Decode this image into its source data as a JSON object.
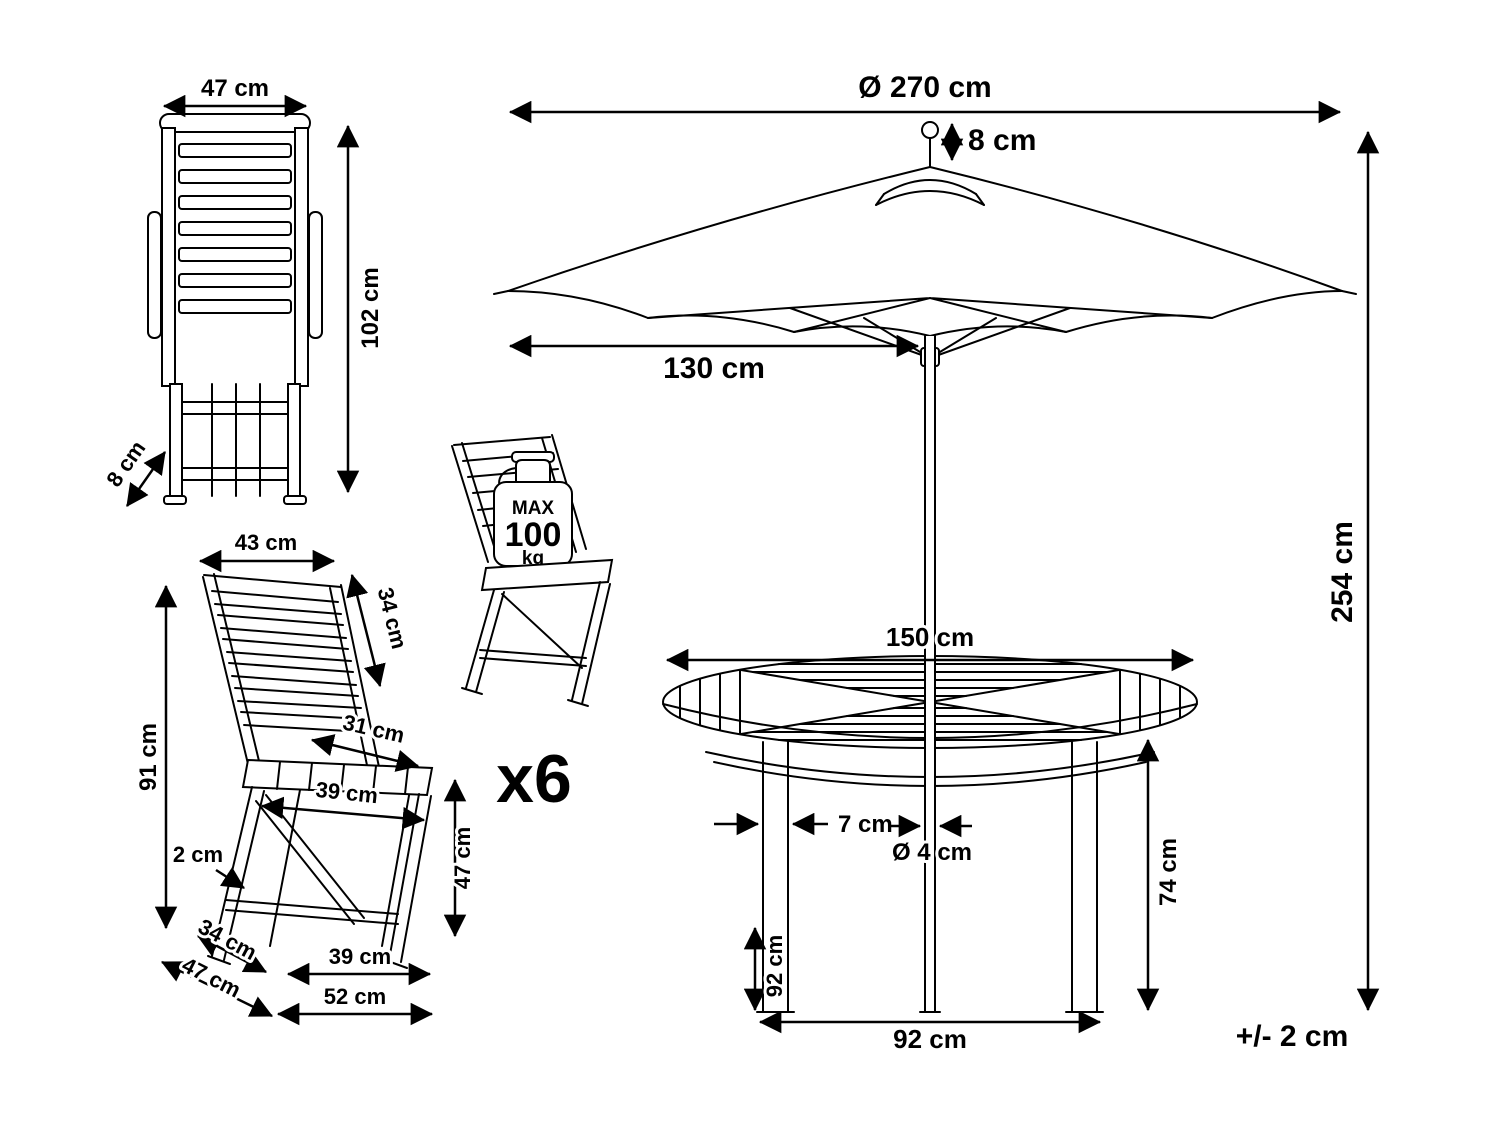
{
  "folded_chair": {
    "width": "47 cm",
    "height": "102 cm",
    "depth": "8 cm"
  },
  "open_chair": {
    "back_width": "43 cm",
    "backrest_height": "34 cm",
    "total_height": "91 cm",
    "seat_depth": "31 cm",
    "seat_width": "39 cm",
    "seat_height": "47 cm",
    "slat_thickness": "2 cm",
    "front_leg_span": "34 cm",
    "base_depth": "47 cm",
    "total_depth": "52 cm",
    "leg_span": "39 cm"
  },
  "capacity": {
    "max_label": "MAX",
    "value": "100",
    "unit": "kg"
  },
  "quantity_label": "x6",
  "umbrella": {
    "canopy_diameter": "Ø 270 cm",
    "finial_height": "8 cm",
    "canopy_radius": "130 cm",
    "total_height": "254 cm"
  },
  "table": {
    "top_diameter": "150 cm",
    "leg_width": "7 cm",
    "pole_hole_diameter": "Ø 4 cm",
    "height": "74 cm",
    "leg_height": "92 cm",
    "leg_span": "92 cm"
  },
  "tolerance": "+/- 2 cm"
}
